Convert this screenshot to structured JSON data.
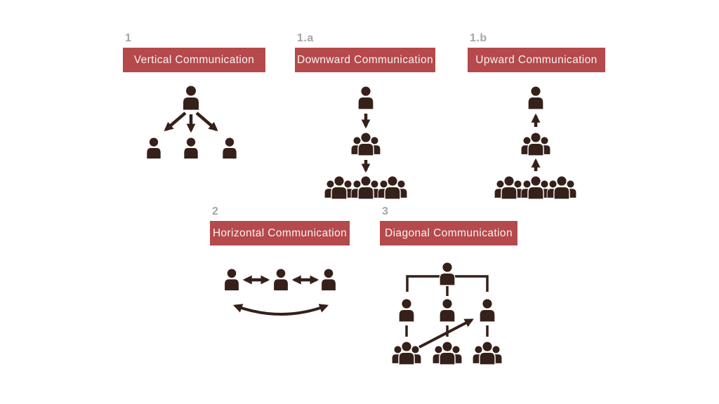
{
  "colors": {
    "background": "#ffffff",
    "accent": "#b5494b",
    "banner_text": "#f7f3f2",
    "number_text": "#a5a5a5",
    "icon": "#35201a"
  },
  "icons": {
    "person-icon": "single person silhouette: circle head over rounded-shoulder torso",
    "people-group-icon": "three-person group silhouette, larger center figure in front",
    "arrow-icon": "thick line with solid triangular head",
    "double-arrow-icon": "thick line with solid triangular heads on both ends",
    "curved-double-arrow-icon": "downward-bowed arc with triangular heads on both ends",
    "connector-line": "plain org-chart connector line"
  },
  "sections": {
    "vertical": {
      "number": "1",
      "label": "Vertical Communication"
    },
    "downward": {
      "number": "1.a",
      "label": "Downward Communication"
    },
    "upward": {
      "number": "1.b",
      "label": "Upward Communication"
    },
    "horizontal": {
      "number": "2",
      "label": "Horizontal Communication"
    },
    "diagonal": {
      "number": "3",
      "label": "Diagonal Communication"
    }
  }
}
